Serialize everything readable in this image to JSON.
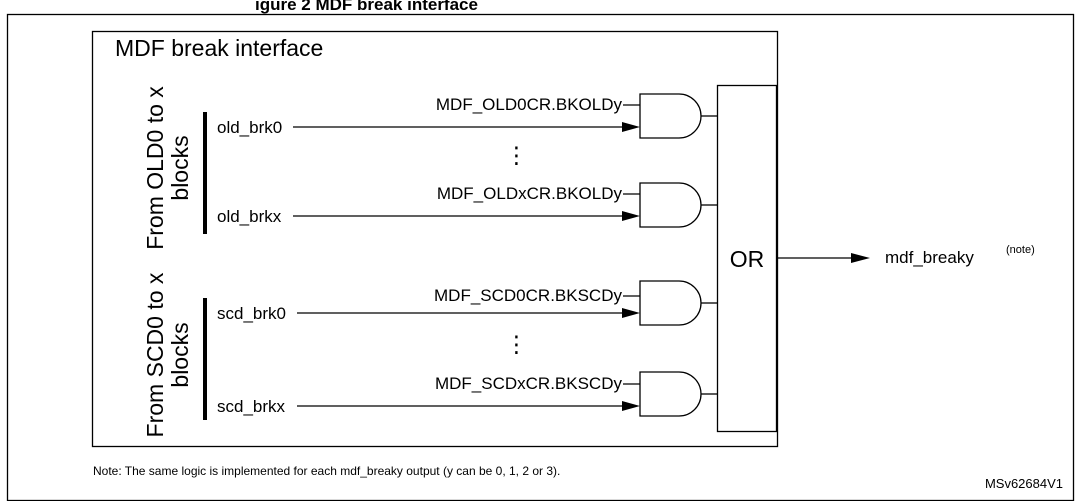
{
  "caption_partial": "igure 2  MDF break interface",
  "block_title": "MDF break interface",
  "groups": [
    {
      "side_label_line1": "From OLD0 to x",
      "side_label_line2": "blocks",
      "inputs": [
        {
          "signal": "old_brk0",
          "enable": "MDF_OLD0CR.BKOLDy"
        },
        {
          "signal": "old_brkx",
          "enable": "MDF_OLDxCR.BKOLDy"
        }
      ]
    },
    {
      "side_label_line1": "From SCD0 to x",
      "side_label_line2": "blocks",
      "inputs": [
        {
          "signal": "scd_brk0",
          "enable": "MDF_SCD0CR.BKSCDy"
        },
        {
          "signal": "scd_brkx",
          "enable": "MDF_SCDxCR.BKSCDy"
        }
      ]
    }
  ],
  "ellipsis": "⋮",
  "or_label": "OR",
  "output_label": "mdf_breaky",
  "output_superscript": "(note)",
  "note": "Note: The same logic is implemented for each mdf_breaky output (y can be 0, 1, 2 or 3).",
  "figure_ref": "MSv62684V1"
}
